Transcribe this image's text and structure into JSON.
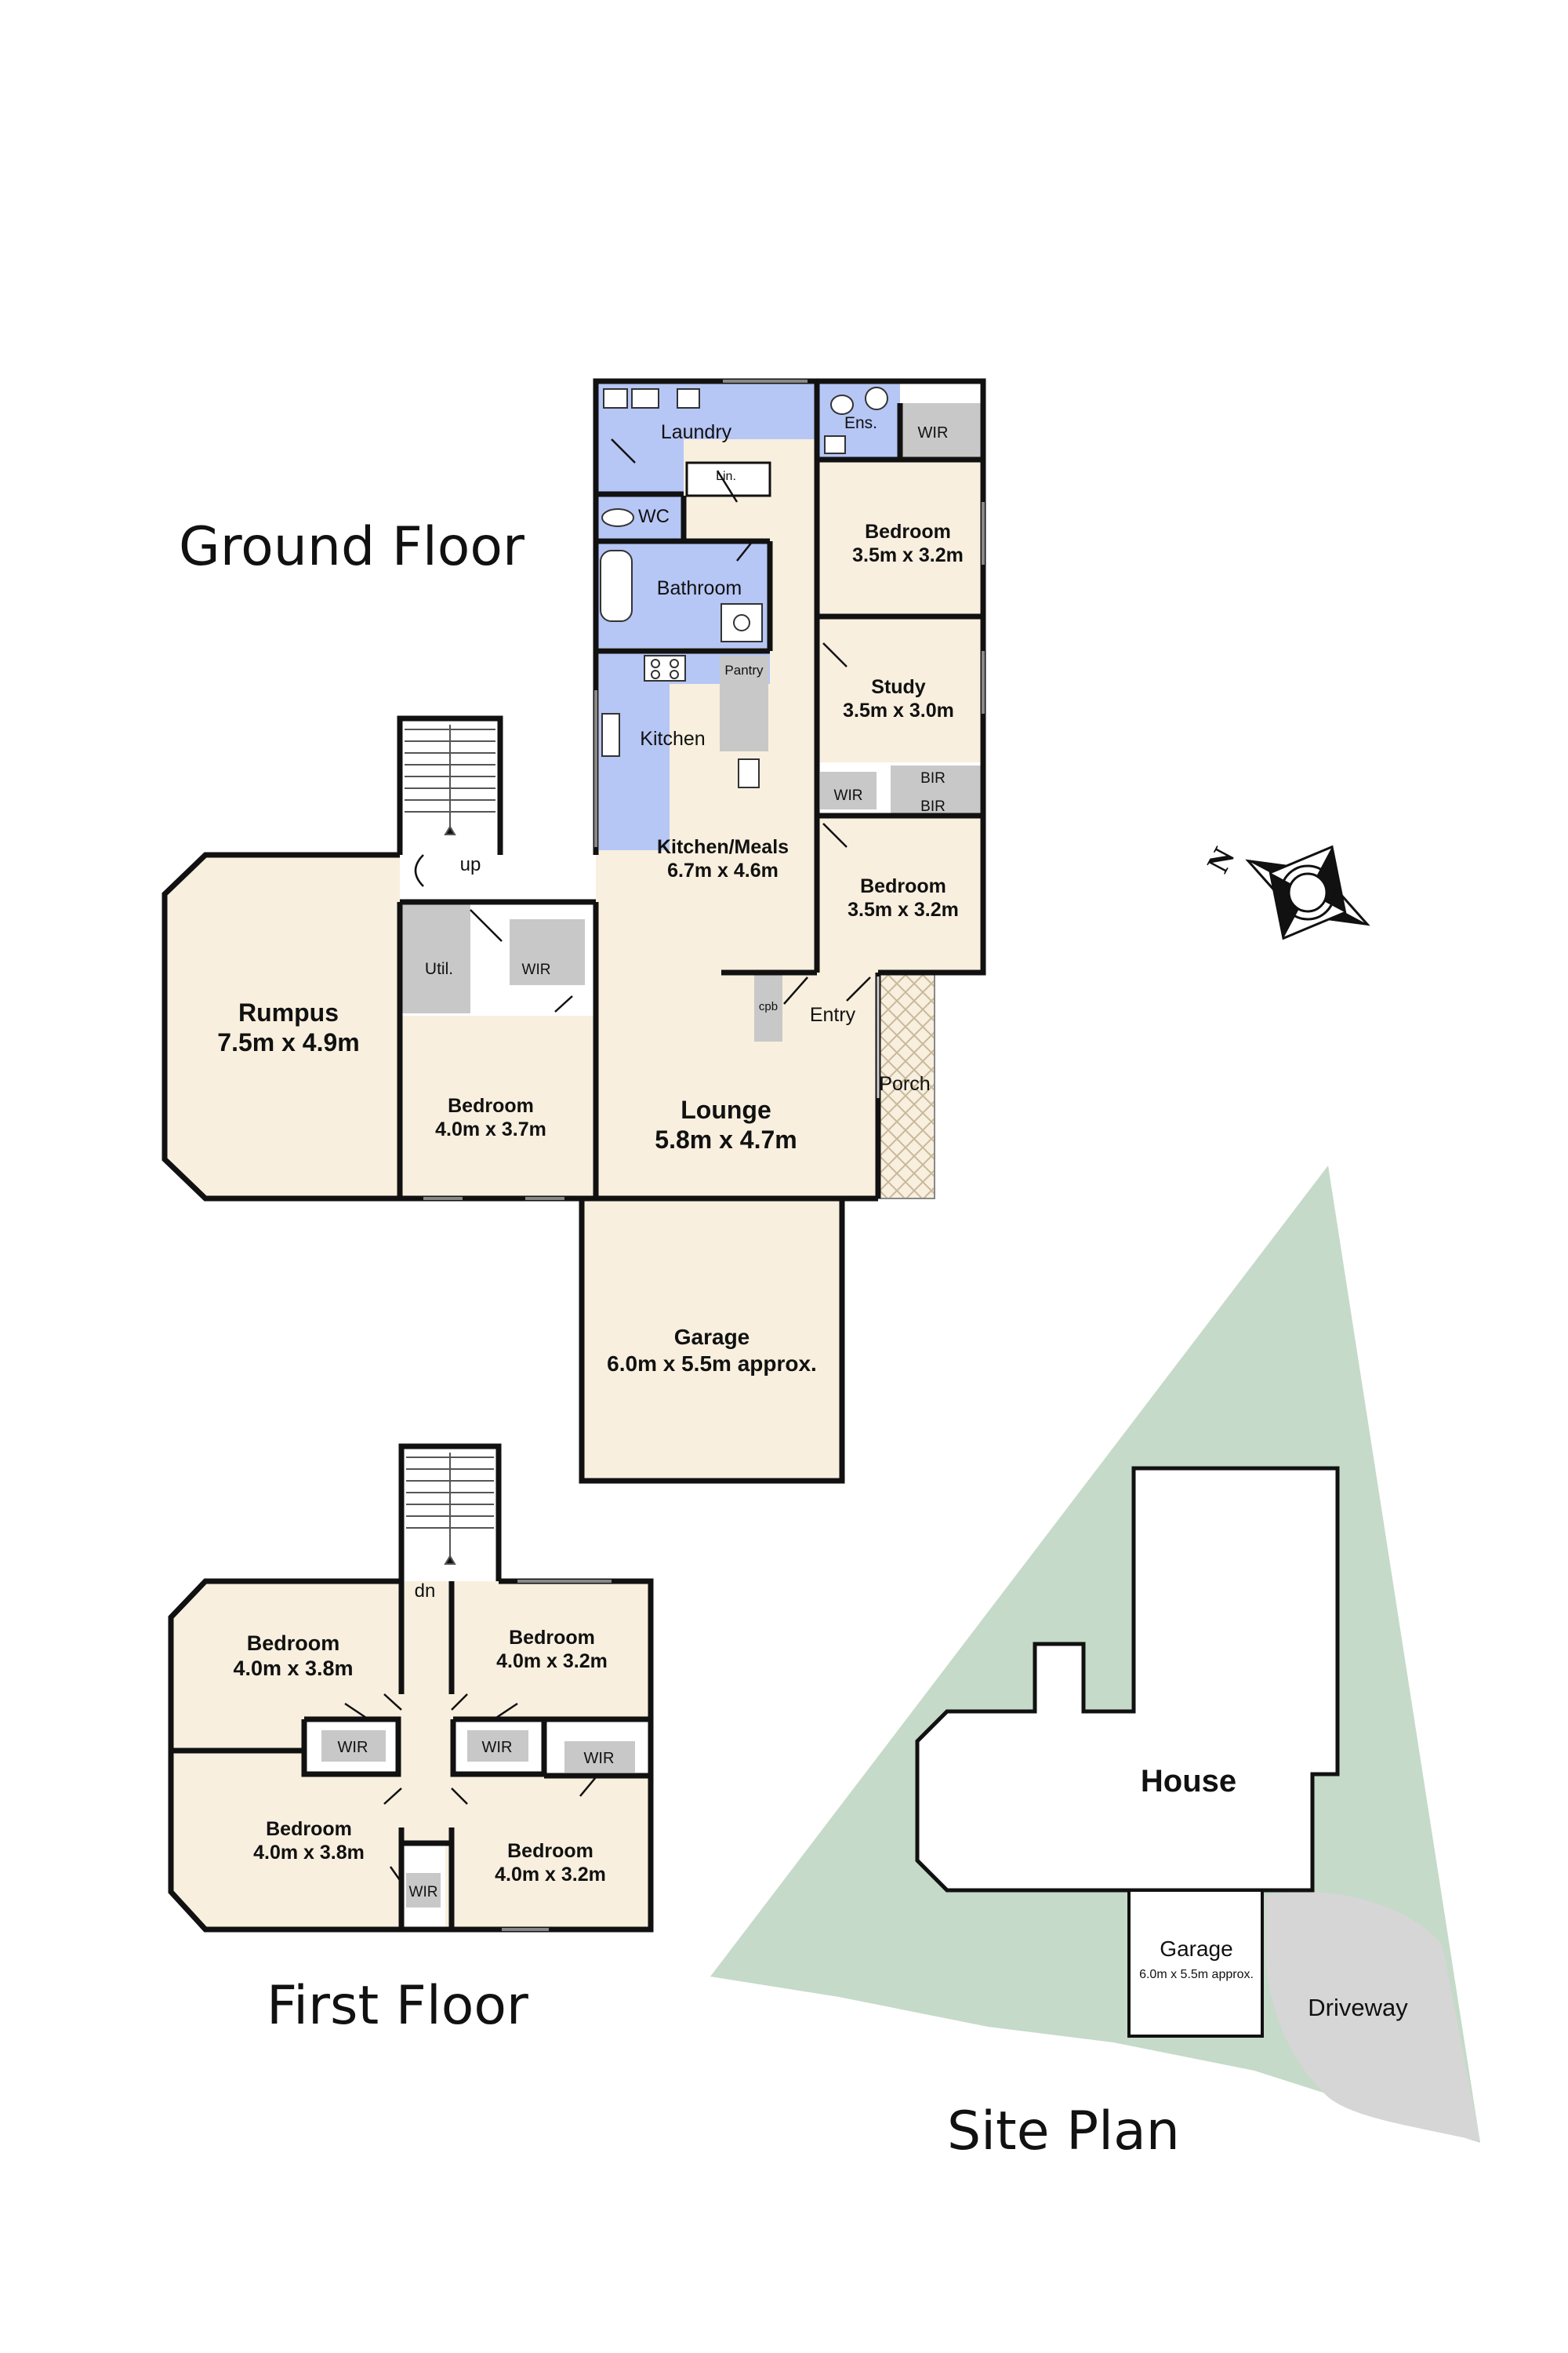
{
  "titles": {
    "ground": "Ground Floor",
    "first": "First Floor",
    "site": "Site Plan"
  },
  "ground_floor": {
    "laundry": "Laundry",
    "ensuite": "Ens.",
    "wir_master": "WIR",
    "linen": "Lin.",
    "wc": "WC",
    "bathroom": "Bathroom",
    "pantry": "Pantry",
    "kitchen": "Kitchen",
    "bedroom_front": {
      "name": "Bedroom",
      "size": "3.5m x 3.2m"
    },
    "study": {
      "name": "Study",
      "size": "3.5m x 3.0m"
    },
    "bir_1": "BIR",
    "bir_2": "BIR",
    "wir_bed": "WIR",
    "bedroom_mid": {
      "name": "Bedroom",
      "size": "3.5m x 3.2m"
    },
    "kitchen_meals": {
      "name": "Kitchen/Meals",
      "size": "6.7m x 4.6m"
    },
    "stairs_up": "up",
    "utility": "Util.",
    "wir_rumpus": "WIR",
    "rumpus": {
      "name": "Rumpus",
      "size": "7.5m x 4.9m"
    },
    "bedroom_rear": {
      "name": "Bedroom",
      "size": "4.0m x 3.7m"
    },
    "cupboard": "cpb",
    "entry": "Entry",
    "porch": "Porch",
    "lounge": {
      "name": "Lounge",
      "size": "5.8m x 4.7m"
    },
    "garage": {
      "name": "Garage",
      "size": "6.0m x 5.5m approx."
    }
  },
  "first_floor": {
    "stairs_down": "dn",
    "bedroom_1": {
      "name": "Bedroom",
      "size": "4.0m x 3.8m"
    },
    "bedroom_2": {
      "name": "Bedroom",
      "size": "4.0m x 3.2m"
    },
    "bedroom_3": {
      "name": "Bedroom",
      "size": "4.0m x 3.8m"
    },
    "bedroom_4": {
      "name": "Bedroom",
      "size": "4.0m x 3.2m"
    },
    "wir_1": "WIR",
    "wir_2": "WIR",
    "wir_3": "WIR",
    "wir_4": "WIR"
  },
  "site_plan": {
    "house": "House",
    "garage": "Garage",
    "garage_size": "6.0m x 5.5m approx.",
    "driveway": "Driveway"
  },
  "compass": {
    "north": "N"
  },
  "colors": {
    "wall": "#111111",
    "room_fill": "#f8efdf",
    "wet_area_fill": "#b6c6f5",
    "storage_fill": "#c8c8c8",
    "lawn_fill": "#c5dac8",
    "driveway_fill": "#d6d6d6"
  }
}
